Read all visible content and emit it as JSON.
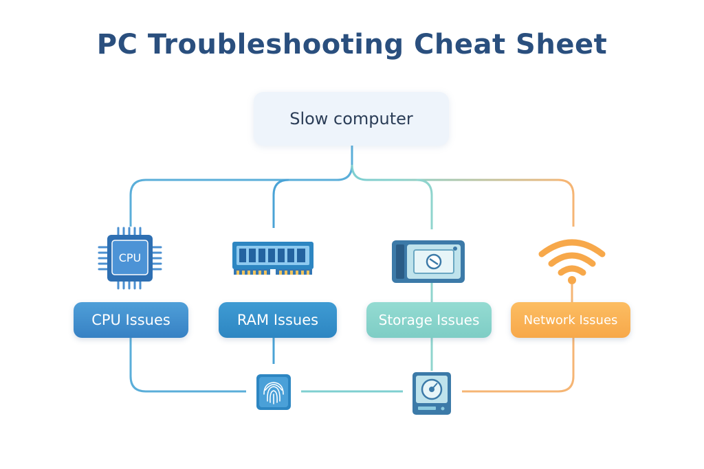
{
  "title": "PC Troubleshooting Cheat Sheet",
  "root": {
    "label": "Slow computer"
  },
  "categories": [
    {
      "label": "CPU Issues",
      "icon": "cpu-chip-icon",
      "chip_label": "CPU"
    },
    {
      "label": "RAM Issues",
      "icon": "ram-module-icon"
    },
    {
      "label": "Storage Issues",
      "icon": "ssd-drive-icon"
    },
    {
      "label": "Network Issues",
      "icon": "wifi-icon"
    }
  ],
  "bottom_icons": [
    {
      "icon": "fingerprint-icon"
    },
    {
      "icon": "hard-disk-icon"
    }
  ],
  "colors": {
    "title": "#2a4f7e",
    "cpu": "#3781c4",
    "ram": "#2d86c2",
    "storage": "#7ecdc5",
    "network": "#f7a84a"
  }
}
